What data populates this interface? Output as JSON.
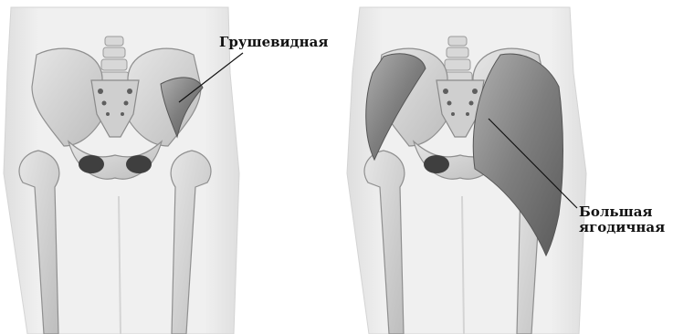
{
  "labels": {
    "piriformis": "Грушевидная",
    "gluteus_line1": "Большая",
    "gluteus_line2": "ягодичная"
  },
  "colors": {
    "body": "#ececec",
    "body_edge": "#dadada",
    "bone": "#d6d6d6",
    "bone_shadow": "#a9a9a9",
    "muscle": "#8c8c8c",
    "muscle_dark": "#5e5e5e",
    "text": "#111111"
  },
  "panels": [
    {
      "name": "left-panel",
      "muscle": "piriformis-muscle"
    },
    {
      "name": "right-panel",
      "muscle": "gluteus-maximus-muscle"
    }
  ]
}
